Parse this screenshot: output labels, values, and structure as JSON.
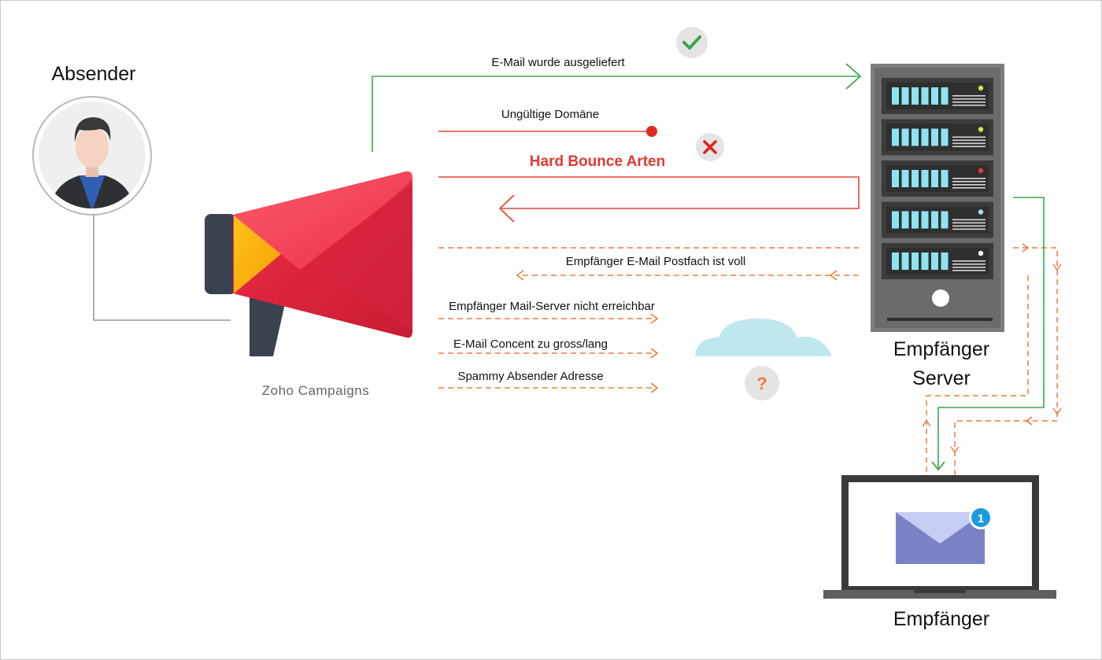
{
  "sender": {
    "label": "Absender"
  },
  "campaign_tool": {
    "label": "Zoho Campaigns"
  },
  "server": {
    "label_line1": "Empfänger",
    "label_line2": "Server"
  },
  "recipient": {
    "label": "Empfänger",
    "notification_count": "1"
  },
  "flows": {
    "delivered": {
      "label": "E-Mail wurde ausgeliefert",
      "status": "success",
      "color": "#3aa64a"
    },
    "invalid_domain": {
      "label": "Ungültige Domäne",
      "color": "#e5463a"
    },
    "hard_bounce": {
      "heading": "Hard Bounce Arten",
      "status": "failed",
      "color": "#e03a32"
    },
    "soft_bounces": {
      "color": "#f07a3c",
      "mailbox_full": "Empfänger E-Mail Postfach ist voll",
      "server_unreachable": "Empfänger Mail-Server nicht erreichbar",
      "content_too_large": "E-Mail Concent zu gross/lang",
      "spammy_sender": "Spammy Absender Adresse",
      "status": "unknown",
      "status_symbol": "?"
    }
  },
  "icons": {
    "success": "check-icon",
    "failed": "cross-icon",
    "unknown": "question-icon",
    "sender": "person-avatar-icon",
    "tool": "megaphone-icon",
    "server": "server-rack-icon",
    "recipient": "laptop-mail-icon"
  }
}
